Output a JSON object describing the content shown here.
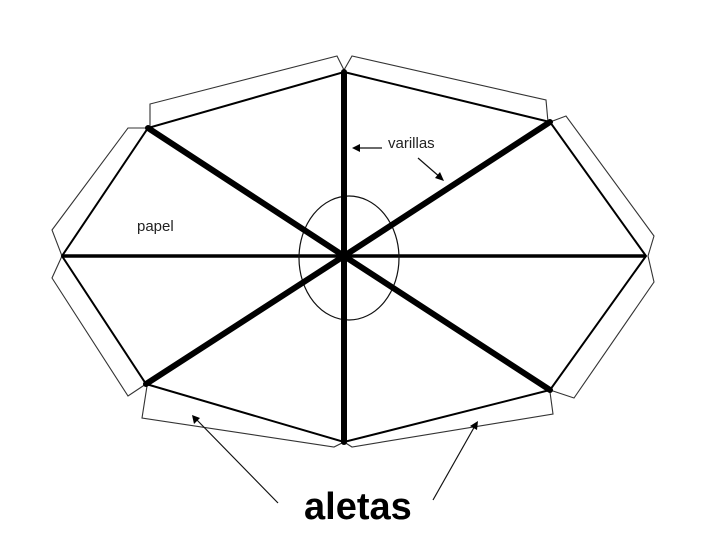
{
  "labels": {
    "ribs": "varillas",
    "paper": "papel",
    "flaps": "aletas"
  },
  "colors": {
    "stroke": "#000000",
    "background": "#ffffff"
  }
}
